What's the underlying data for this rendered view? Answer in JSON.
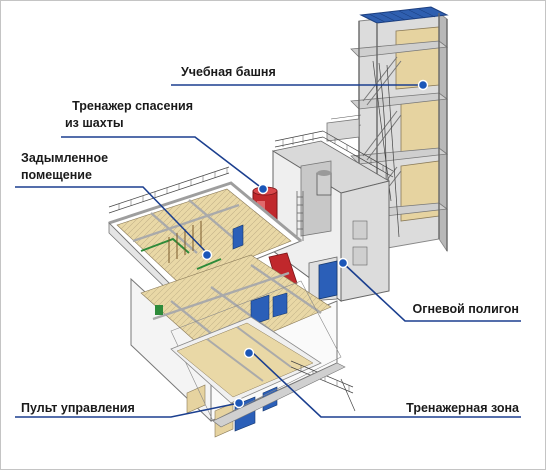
{
  "labels": {
    "training_tower": "Учебная башня",
    "shaft_rescue_line1": "Тренажер спасения",
    "shaft_rescue_line2": "из шахты",
    "smoke_room_line1": "Задымленное",
    "smoke_room_line2": "помещение",
    "fire_range": "Огневой полигон",
    "control_panel": "Пульт управления",
    "training_zone": "Тренажерная зона"
  },
  "colors": {
    "leader_line": "#1b3f8f",
    "marker": "#1b56b8",
    "floor": "#e9d8a6",
    "wall": "#f2f2f2",
    "railing": "#555555",
    "blue_equipment": "#2b5fb8",
    "red_shaft": "#c0282c",
    "green_pipe": "#2e8b3a"
  }
}
